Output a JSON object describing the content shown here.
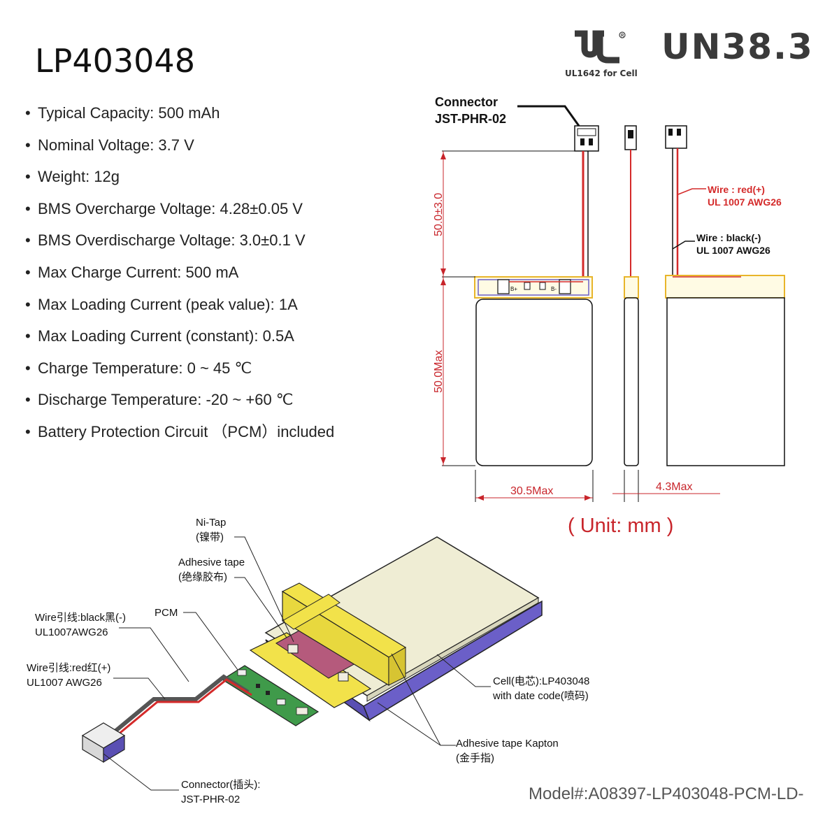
{
  "title": "LP403048",
  "specs": [
    "Typical Capacity: 500 mAh",
    "Nominal Voltage: 3.7 V",
    "Weight: 12g",
    "BMS Overcharge Voltage: 4.28±0.05 V",
    "BMS Overdischarge Voltage: 3.0±0.1 V",
    "Max Charge Current: 500 mA",
    "Max Loading Current (peak value): 1A",
    "Max Loading Current (constant): 0.5A",
    "Charge Temperature: 0 ~ 45 ℃",
    "Discharge Temperature: -20 ~ +60 ℃",
    "Battery Protection Circuit （PCM）included"
  ],
  "certifications": {
    "ul_subtitle": "UL1642 for Cell",
    "un": "UN38.3",
    "ul_logo_icon": "ul-recognized-mark-icon"
  },
  "drawing": {
    "connector_label_1": "Connector",
    "connector_label_2": "JST-PHR-02",
    "dim_top": "50.0±3.0",
    "dim_body": "50.0Max",
    "dim_width": "30.5Max",
    "dim_thickness": "4.3Max",
    "pcb_bplus": "B+",
    "pcb_bminus": "B-",
    "wire_red_1": "Wire : red(+)",
    "wire_red_2": "UL 1007 AWG26",
    "wire_black_1": "Wire : black(-)",
    "wire_black_2": "UL 1007 AWG26",
    "unit": "( Unit: mm )"
  },
  "exploded": {
    "ni_tap_1": "Ni-Tap",
    "ni_tap_2": "(镍带)",
    "adhesive_1": "Adhesive tape",
    "adhesive_2": "(绝缘胶布)",
    "pcm": "PCM",
    "wire_black_1": "Wire引线:black黑(-)",
    "wire_black_2": "UL1007AWG26",
    "wire_red_1": "Wire引线:red红(+)",
    "wire_red_2": "UL1007 AWG26",
    "cell_1": "Cell(电芯):LP403048",
    "cell_2": "with date code(喷码)",
    "kapton_1": "Adhesive tape Kapton",
    "kapton_2": "(金手指)",
    "connector_1": "Connector(插头):",
    "connector_2": "JST-PHR-02"
  },
  "model": "Model#:A08397-LP403048-PCM-LD-",
  "colors": {
    "red": "#d42a2a",
    "yellow": "#f2e24a",
    "purple": "#6b5fc8",
    "cell": "#efedd4",
    "pcb_green": "#3f9a4a"
  }
}
